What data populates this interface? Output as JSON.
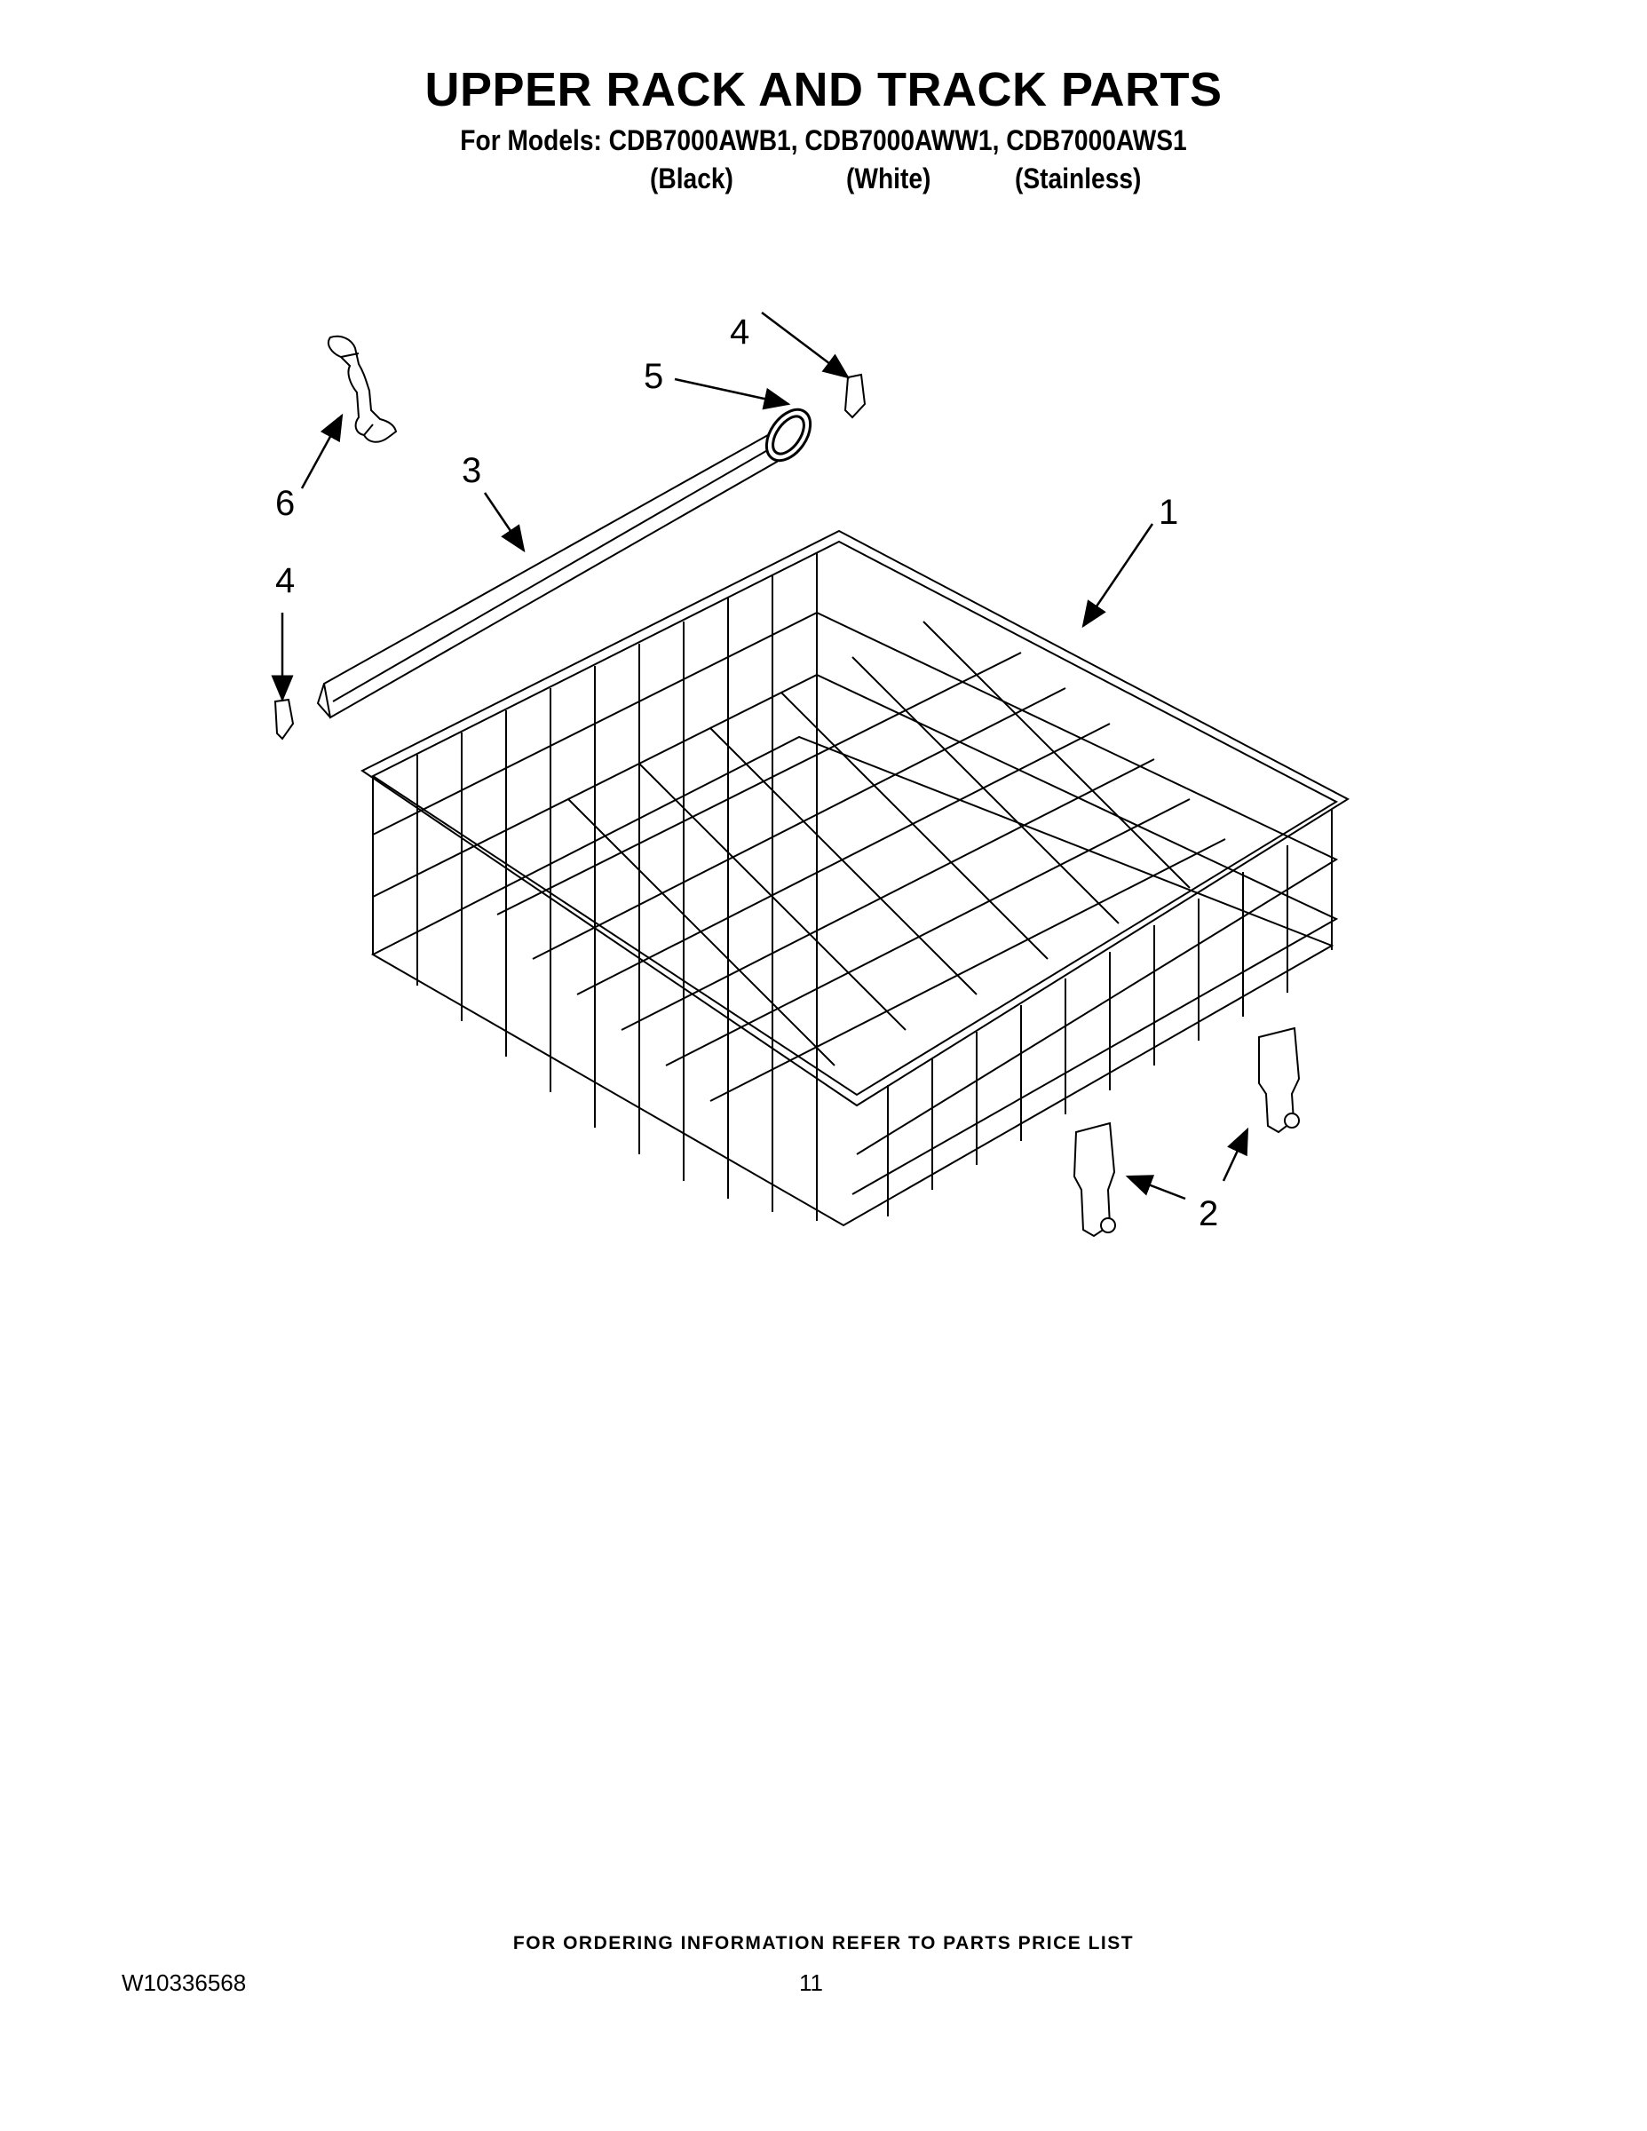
{
  "header": {
    "title": "UPPER RACK AND TRACK PARTS",
    "models_line": "For Models: CDB7000AWB1, CDB7000AWW1, CDB7000AWS1",
    "finishes": [
      "(Black)",
      "(White)",
      "(Stainless)"
    ]
  },
  "callouts": [
    {
      "id": "callout-1",
      "label": "1"
    },
    {
      "id": "callout-2",
      "label": "2"
    },
    {
      "id": "callout-3",
      "label": "3"
    },
    {
      "id": "callout-4-top",
      "label": "4"
    },
    {
      "id": "callout-4-left",
      "label": "4"
    },
    {
      "id": "callout-5",
      "label": "5"
    },
    {
      "id": "callout-6",
      "label": "6"
    }
  ],
  "footer": {
    "ordering_note": "FOR ORDERING INFORMATION REFER TO PARTS PRICE LIST",
    "document_number": "W10336568",
    "page_number": "11"
  }
}
